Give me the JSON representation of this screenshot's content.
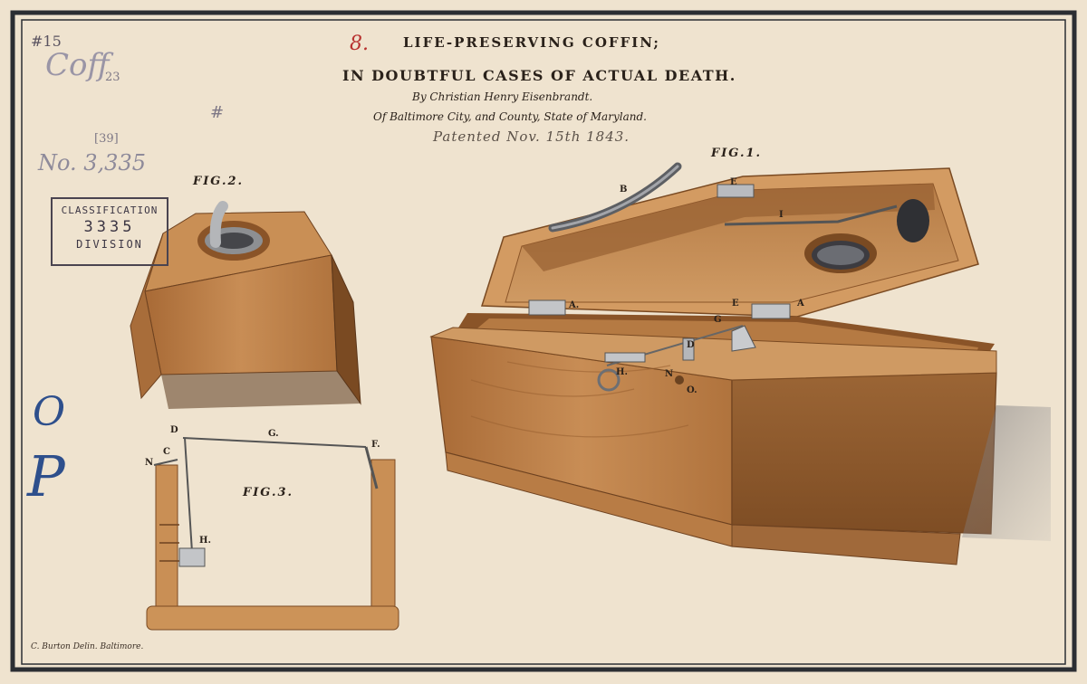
{
  "title": {
    "line1": "LIFE-PRESERVING COFFIN;",
    "line2": "IN DOUBTFUL CASES OF ACTUAL DEATH.",
    "inventor": "By Christian Henry Eisenbrandt.",
    "location": "Of Baltimore City, and County, State of Maryland.",
    "patented": "Patented Nov. 15th 1843."
  },
  "figures": {
    "fig1": "FIG.1.",
    "fig2": "FIG.2.",
    "fig3": "FIG.3."
  },
  "fig1_labels": {
    "a1": "A.",
    "a2": "A",
    "b": "B",
    "e1": "E",
    "e2": "E",
    "g": "G",
    "d": "D",
    "h": "H.",
    "n": "N",
    "o": "O.",
    "i": "I"
  },
  "fig3_labels": {
    "d": "D",
    "g": "G.",
    "f": "F.",
    "c": "C",
    "n": "N",
    "h": "H."
  },
  "stamp": {
    "line1": "CLASSIFICATION",
    "line2": "3335",
    "line3": "DIVISION"
  },
  "annotations": {
    "top_left": "#15",
    "handwritten_title": "Coff",
    "handwritten_number": "No. 3,335",
    "blue_o": "O",
    "blue_p": "P",
    "small_num": "[39]",
    "hash": "#",
    "box_num": "23",
    "red_mark": "8."
  },
  "credit": "C. Burton Delin. Baltimore.",
  "colors": {
    "paper": "#efe3cf",
    "wood_light": "#c98d55",
    "wood_dark": "#8a5428",
    "border": "#2b2e33",
    "ink_blue": "#2e4f8c"
  }
}
